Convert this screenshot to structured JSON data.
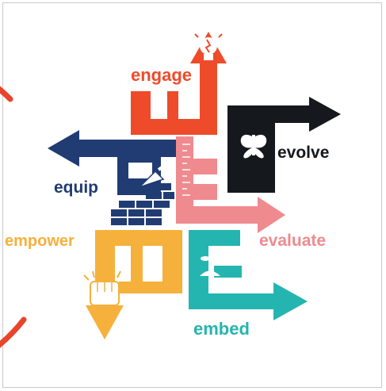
{
  "diagram": {
    "stages": [
      {
        "id": "engage",
        "label": "engage",
        "color": "#ee4b2b",
        "icon": "lightbulb-icon"
      },
      {
        "id": "evolve",
        "label": "evolve",
        "color": "#15181c",
        "icon": "butterfly-icon"
      },
      {
        "id": "evaluate",
        "label": "evaluate",
        "color": "#ef8a8f",
        "icon": "ruler-icon"
      },
      {
        "id": "embed",
        "label": "embed",
        "color": "#25b5b0",
        "icon": "seedling-icon"
      },
      {
        "id": "empower",
        "label": "empower",
        "color": "#f6b03c",
        "icon": "raised-fist-icon"
      },
      {
        "id": "equip",
        "label": "equip",
        "color": "#213c73",
        "icon": "brick-trowel-icon"
      }
    ],
    "ring_color": "#e8452c"
  }
}
